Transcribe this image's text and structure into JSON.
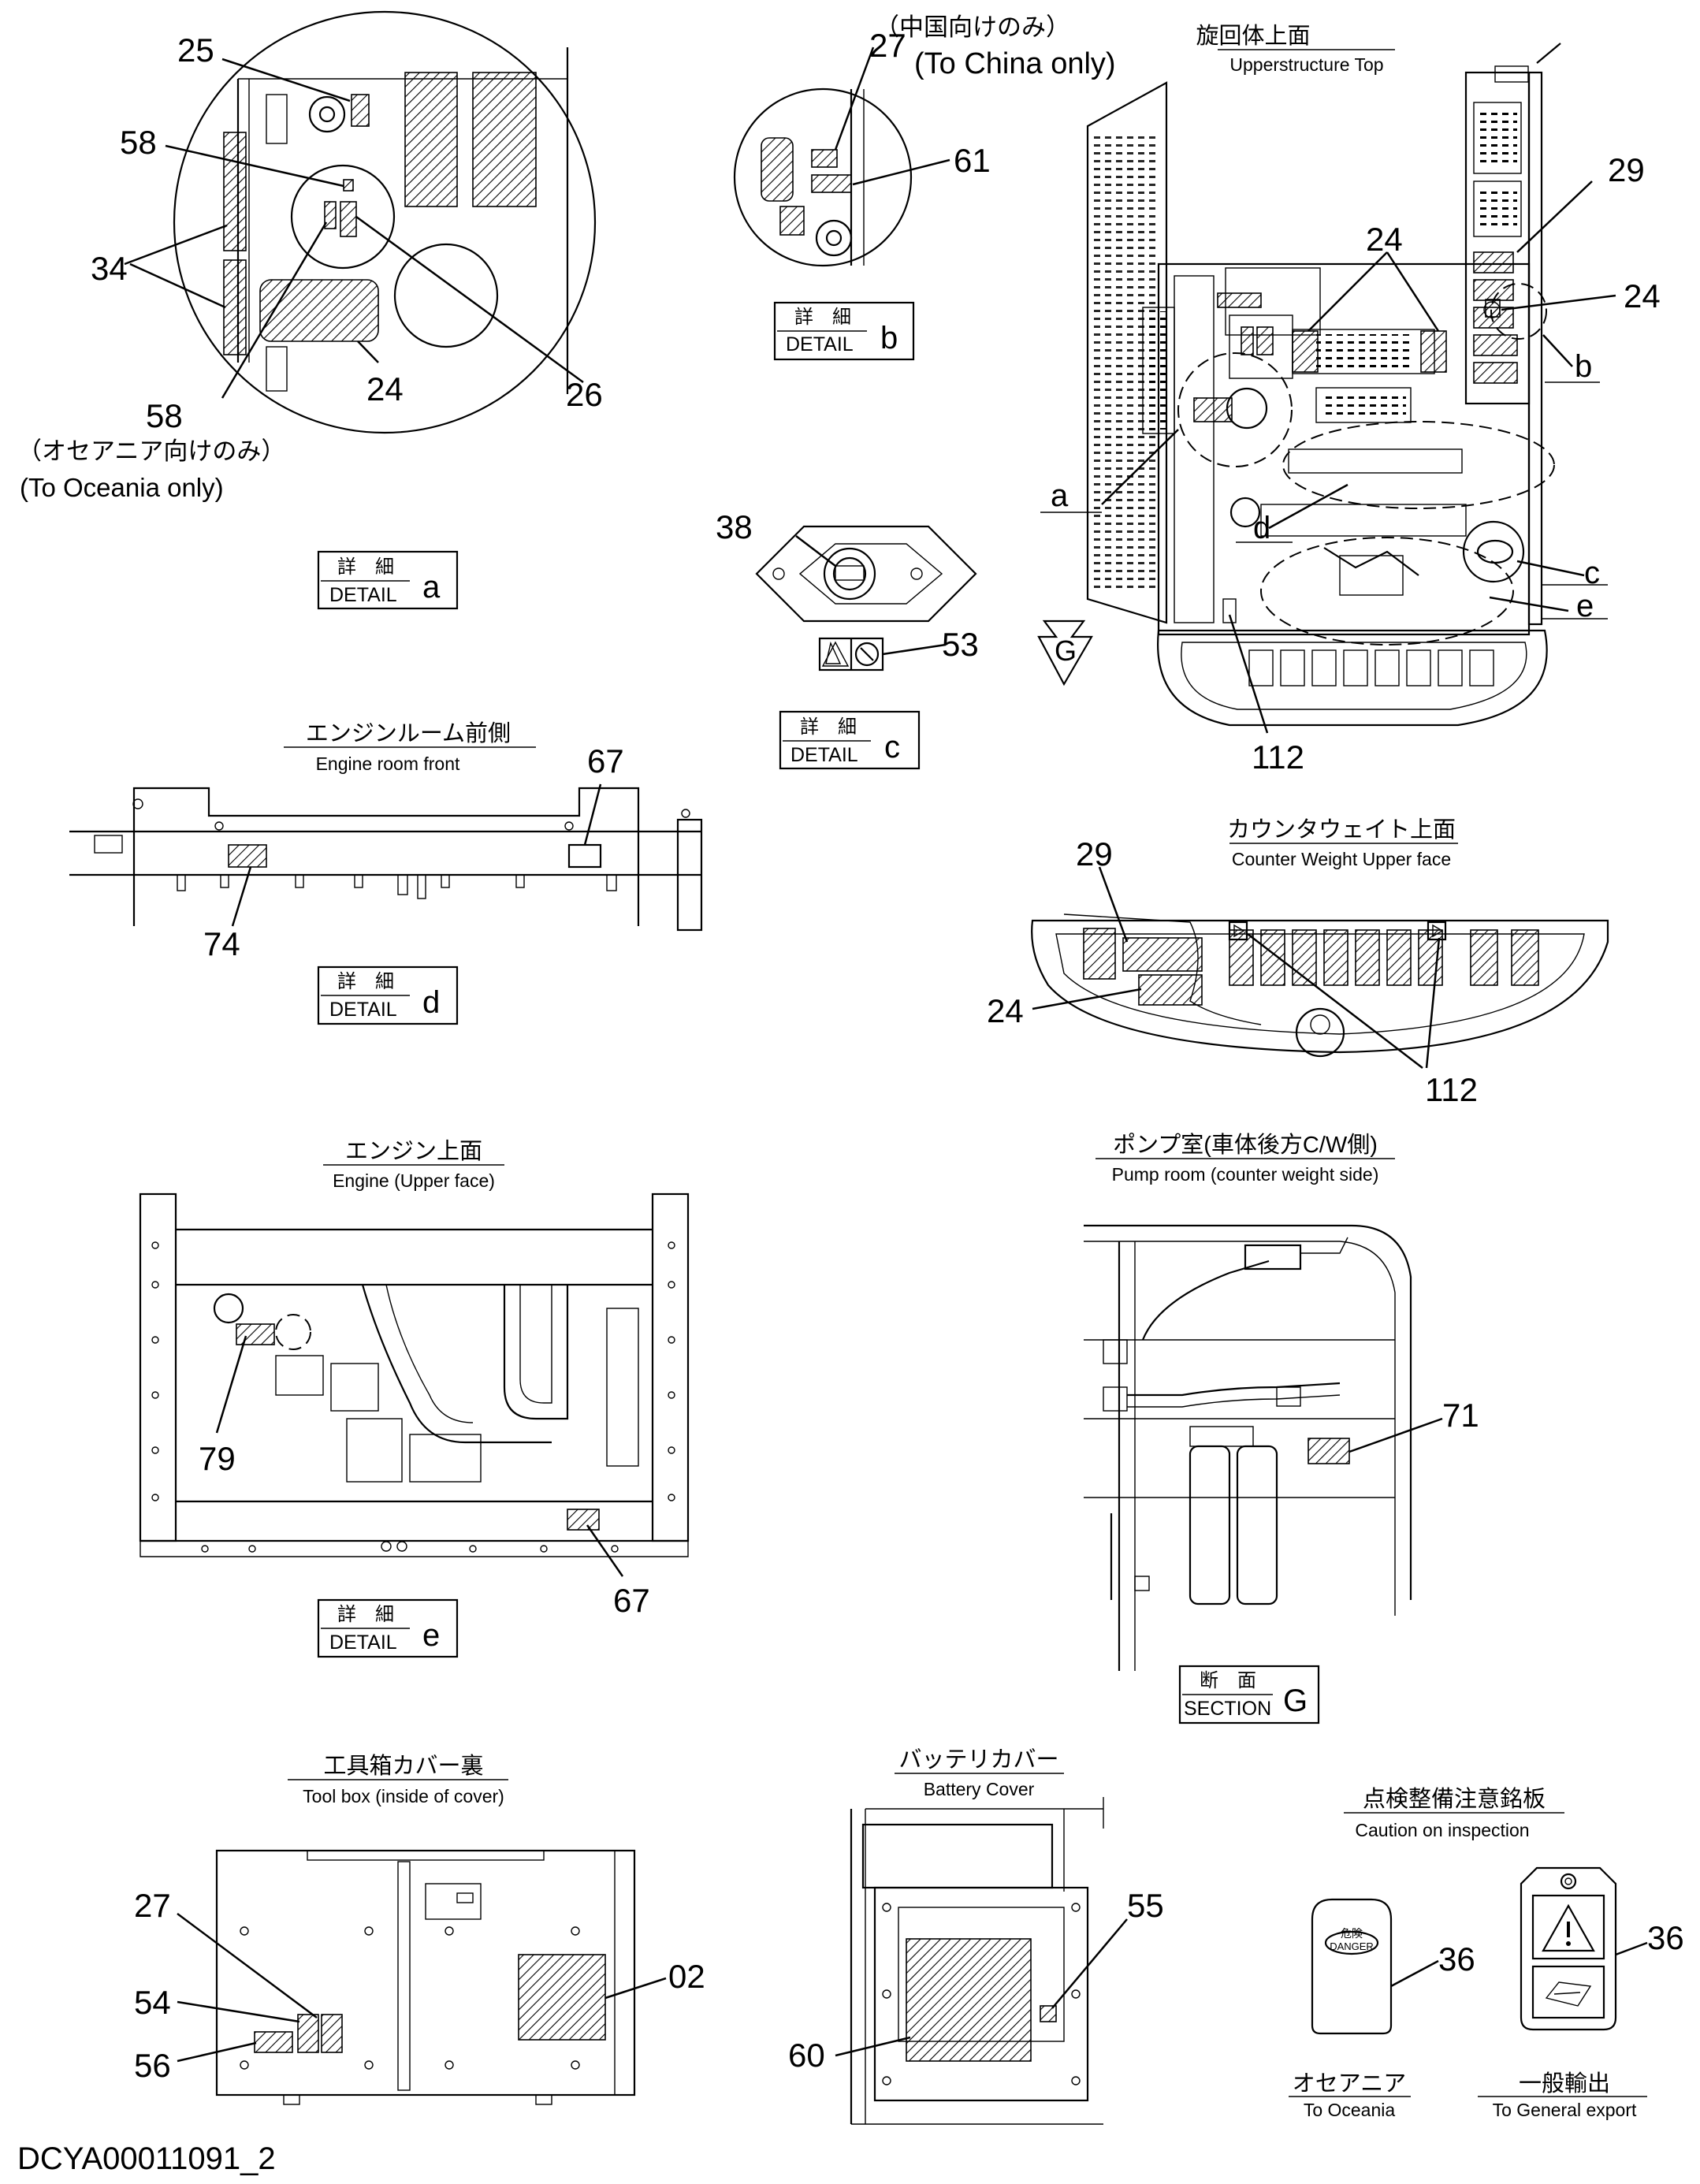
{
  "drawing_id": "DCYA00011091_2",
  "detail_a": {
    "callouts": {
      "c25": "25",
      "c58_top": "58",
      "c34": "34",
      "c58_bottom": "58",
      "c24": "24",
      "c26": "26"
    },
    "note_jp": "（オセアニア向けのみ）",
    "note_en": "(To Oceania only)",
    "label": {
      "jp": "詳　細",
      "en": "DETAIL",
      "letter": "a"
    }
  },
  "detail_b": {
    "note_jp": "（中国向けのみ）",
    "note_en": "(To China only)",
    "callouts": {
      "c27": "27",
      "c61": "61"
    },
    "label": {
      "jp": "詳　細",
      "en": "DETAIL",
      "letter": "b"
    }
  },
  "detail_c": {
    "callouts": {
      "c38": "38",
      "c53": "53"
    },
    "label": {
      "jp": "詳　細",
      "en": "DETAIL",
      "letter": "c"
    }
  },
  "upperstructure": {
    "title_jp": "旋回体上面",
    "title_en": "Upperstructure Top",
    "callouts": {
      "c29": "29",
      "c24_left": "24",
      "c24_right": "24",
      "c112": "112"
    },
    "markers": {
      "a": "a",
      "b": "b",
      "c": "c",
      "d": "d",
      "e": "e",
      "g": "G"
    }
  },
  "engine_front": {
    "title_jp": "エンジンルーム前側",
    "title_en": "Engine room front",
    "callouts": {
      "c67": "67",
      "c74": "74"
    },
    "label": {
      "jp": "詳　細",
      "en": "DETAIL",
      "letter": "d"
    }
  },
  "counterweight": {
    "title_jp": "カウンタウェイト上面",
    "title_en": "Counter Weight Upper face",
    "callouts": {
      "c29": "29",
      "c24": "24",
      "c112": "112"
    }
  },
  "engine_top": {
    "title_jp": "エンジン上面",
    "title_en": "Engine (Upper face)",
    "callouts": {
      "c79": "79",
      "c67": "67"
    },
    "label": {
      "jp": "詳　細",
      "en": "DETAIL",
      "letter": "e"
    }
  },
  "pump_room": {
    "title_jp": "ポンプ室(車体後方C/W側)",
    "title_en": "Pump room (counter weight side)",
    "callouts": {
      "c71": "71"
    },
    "label": {
      "jp": "断　面",
      "en": "SECTION",
      "letter": "G"
    }
  },
  "toolbox": {
    "title_jp": "工具箱カバー裏",
    "title_en": "Tool box (inside of cover)",
    "callouts": {
      "c27": "27",
      "c54": "54",
      "c56": "56",
      "c02": "02"
    }
  },
  "battery": {
    "title_jp": "バッテリカバー",
    "title_en": "Battery Cover",
    "callouts": {
      "c55": "55",
      "c60": "60"
    }
  },
  "caution": {
    "title_jp": "点検整備注意銘板",
    "title_en": "Caution on inspection",
    "danger_jp": "危険",
    "danger_en": "DANGER",
    "callouts": {
      "c36_left": "36",
      "c36_right": "36"
    },
    "oceania_jp": "オセアニア",
    "oceania_en": "To Oceania",
    "general_jp": "一般輸出",
    "general_en": "To General export"
  }
}
